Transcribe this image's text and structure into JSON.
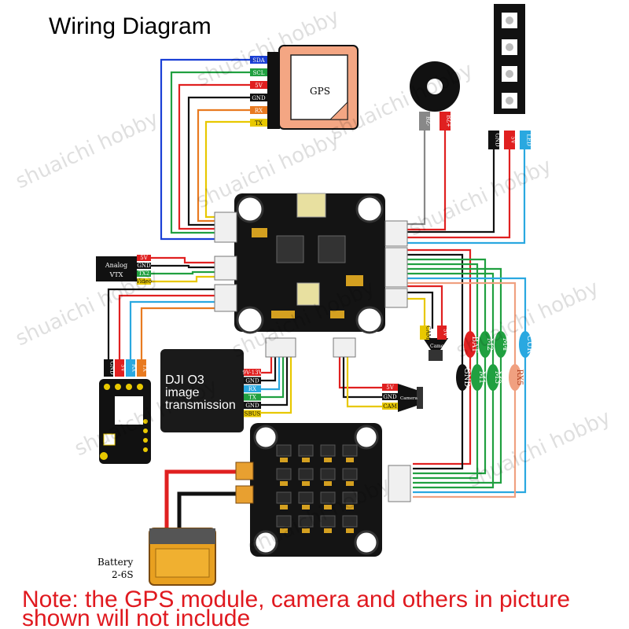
{
  "title": "Wiring Diagram",
  "note": {
    "line1": "Note: the GPS module, camera and others in picture",
    "line2": "shown will not include"
  },
  "watermark": "shuaichi hobby",
  "gps": {
    "label": "GPS",
    "pins": [
      "SDA",
      "SCL",
      "5V",
      "GND",
      "RX",
      "TX"
    ]
  },
  "buzzer": {
    "pins": [
      "BZ-",
      "BZ+"
    ],
    "plus": "+"
  },
  "led": {
    "pins": [
      "GND",
      "5V",
      "LED"
    ]
  },
  "analog_vtx": {
    "label_line1": "Analog",
    "label_line2": "VTX",
    "pins": [
      "5V",
      "GND",
      "TX2",
      "Video"
    ]
  },
  "rx_module": {
    "pins": [
      "GND",
      "5V",
      "RX",
      "TX"
    ]
  },
  "dji": {
    "line1": "DJI O3",
    "line2": "image",
    "line3": "transmission",
    "pins": [
      "9V-13V",
      "GND",
      "RX",
      "TX",
      "GND",
      "SBUS"
    ]
  },
  "camera_top": {
    "pins": [
      "CAM",
      "5V"
    ],
    "label": "Camera"
  },
  "camera_mid": {
    "pins": [
      "5V",
      "GND",
      "CAM"
    ],
    "label": "Camera"
  },
  "esc_leads": {
    "left_col": [
      "BAT",
      "GND"
    ],
    "col2": [
      "M2",
      "M1"
    ],
    "col3": [
      "M4",
      "M3"
    ],
    "col4": [
      "CUR",
      "RX5"
    ]
  },
  "battery": {
    "line1": "Battery",
    "line2": "2-6S"
  },
  "colors": {
    "red": "#e02020",
    "black": "#111111",
    "blue": "#1a3fd6",
    "green": "#20a040",
    "yellow": "#e8c800",
    "orange": "#e87a20",
    "cyan": "#2aa8e0",
    "gray": "#888888",
    "salmon": "#f0a080"
  }
}
